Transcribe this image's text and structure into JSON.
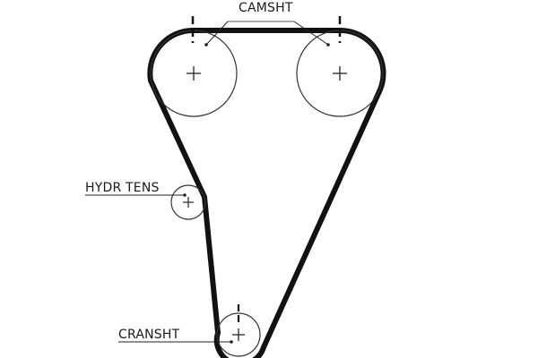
{
  "labels": {
    "camshaft": "CAMSHT",
    "hydraulic_tensioner": "HYDR TENS",
    "crankshaft": "CRANSHT"
  },
  "colors": {
    "belt": "#111111",
    "pulley_outline": "#333333",
    "text": "#1a1a1a",
    "background": "#ffffff"
  }
}
